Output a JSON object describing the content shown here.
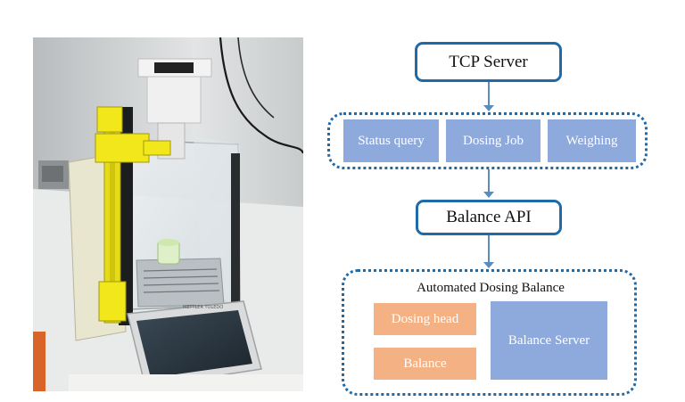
{
  "diagram": {
    "tcp_server": "TCP Server",
    "functions": [
      "Status query",
      "Dosing Job",
      "Weighing"
    ],
    "balance_api": "Balance API",
    "device_group_title": "Automated Dosing Balance",
    "dosing_head": "Dosing head",
    "balance": "Balance",
    "balance_server": "Balance Server"
  },
  "colors": {
    "border_blue": "#1f6aa8",
    "box_blue": "#8ea9db",
    "box_orange": "#f4b183",
    "device_yellow": "#f4e81a"
  }
}
